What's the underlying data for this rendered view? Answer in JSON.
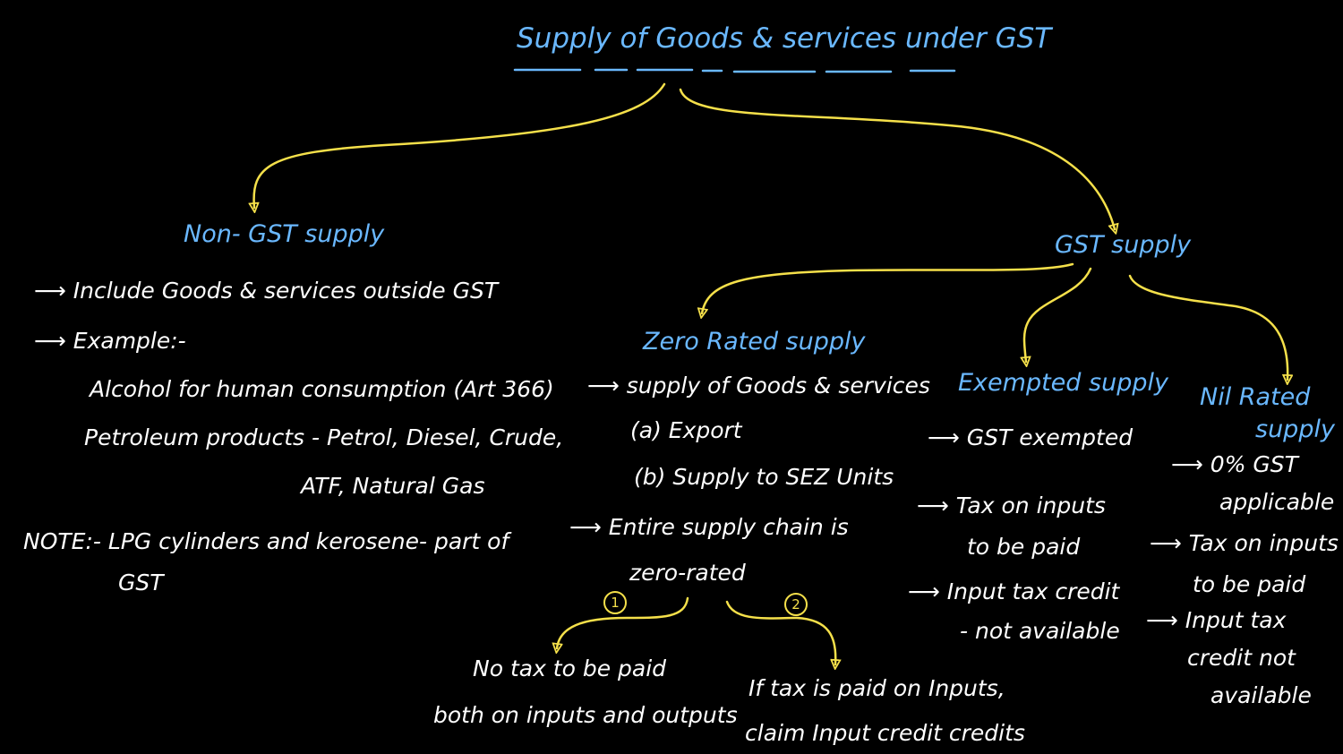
{
  "title": "Supply of Goods & services under GST",
  "colors": {
    "heading": "#6ab8ff",
    "text": "#ffffff",
    "arrow": "#f5e04a",
    "background": "#000000"
  },
  "non_gst": {
    "heading": "Non- GST supply",
    "lines": [
      "⟶ Include Goods & services outside GST",
      "⟶ Example:-",
      "Alcohol for human consumption (Art 366)",
      "Petroleum products - Petrol, Diesel, Crude,",
      "ATF, Natural Gas",
      "NOTE:- LPG cylinders and kerosene- part of",
      "GST"
    ]
  },
  "gst": {
    "heading": "GST supply"
  },
  "zero_rated": {
    "heading": "Zero Rated supply",
    "lines": [
      "⟶ supply of Goods & services",
      "(a) Export",
      "(b) Supply to SEZ Units",
      "⟶ Entire supply chain is",
      "zero-rated"
    ],
    "option1": {
      "marker": "1",
      "lines": [
        "No tax to be paid",
        "both on inputs and outputs"
      ]
    },
    "option2": {
      "marker": "2",
      "lines": [
        "If tax is paid on Inputs,",
        "claim Input credit credits"
      ]
    }
  },
  "exempted": {
    "heading": "Exempted supply",
    "lines": [
      "⟶ GST exempted",
      "⟶ Tax on inputs",
      "to be paid",
      "⟶ Input tax credit",
      "- not available"
    ]
  },
  "nil_rated": {
    "heading_1": "Nil Rated",
    "heading_2": "supply",
    "lines": [
      "⟶ 0% GST",
      "applicable",
      "⟶ Tax on inputs",
      "to be paid",
      "⟶ Input tax",
      "credit not",
      "available"
    ]
  }
}
